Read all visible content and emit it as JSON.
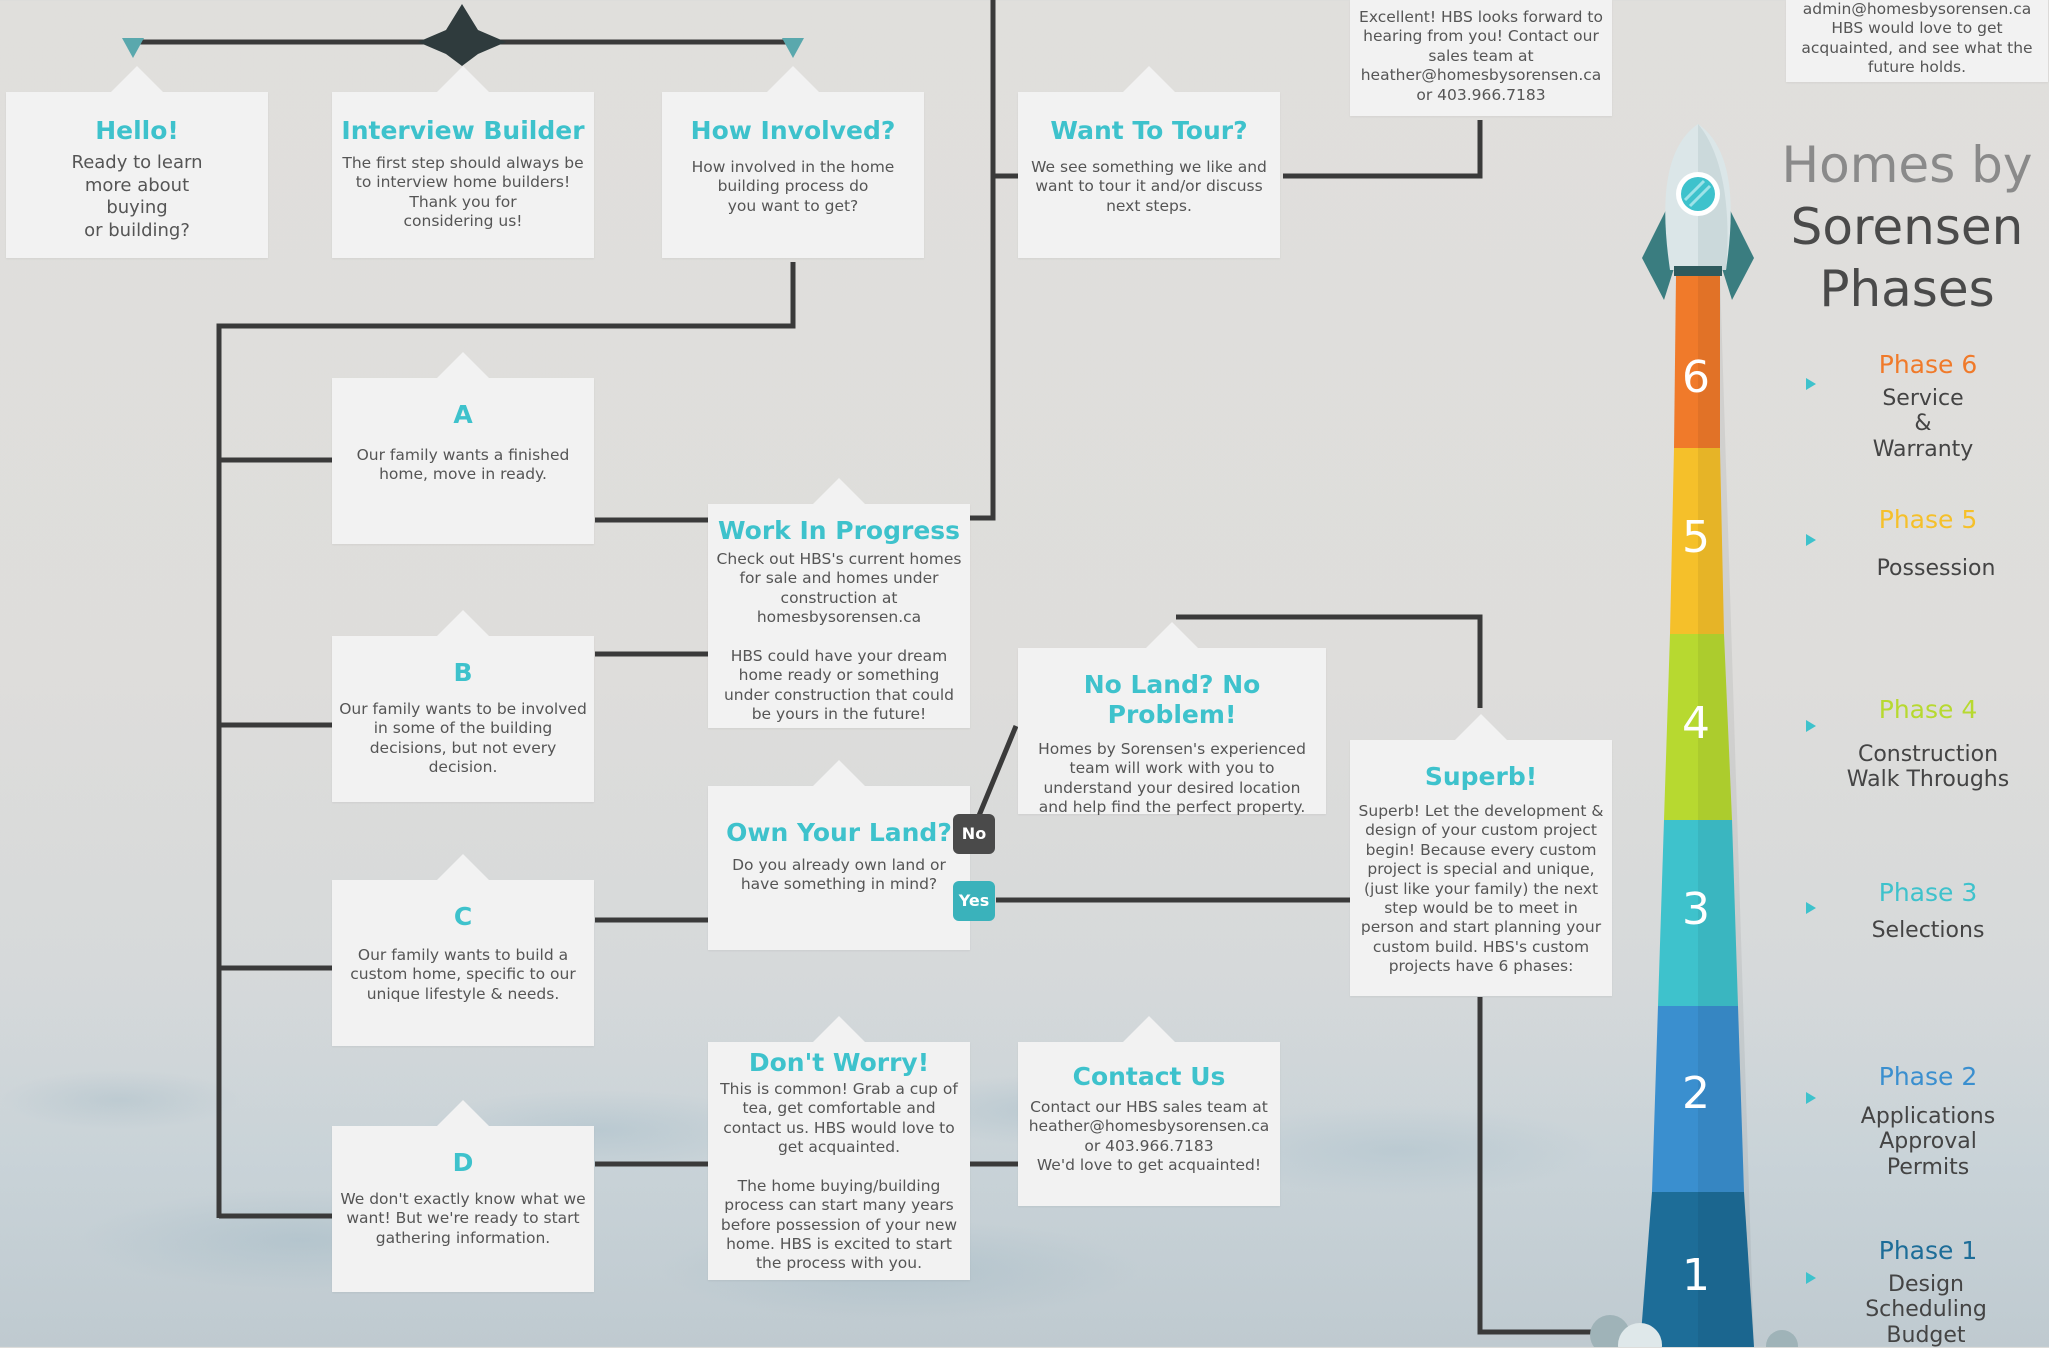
{
  "cards": {
    "hello": {
      "title": "Hello!",
      "body": "Ready to learn\nmore about\nbuying\nor building?"
    },
    "interview": {
      "title": "Interview Builder",
      "body": "The first step should always be\nto interview home builders!\nThank you for\nconsidering us!"
    },
    "involved": {
      "title": "How Involved?",
      "body": "How involved in the home\nbuilding process do\nyou want to get?"
    },
    "tour": {
      "title": "Want To Tour?",
      "body": "We see something we like and\nwant to tour it and/or discuss\nnext steps."
    },
    "excellent": {
      "body": "Excellent! HBS looks forward to\nhearing from you! Contact our\nsales team at\nheather@homesbysorensen.ca\nor 403.966.7183"
    },
    "admin": {
      "body": "admin@homesbysorensen.ca\nHBS would love to get\nacquainted, and see what the\nfuture holds."
    },
    "a": {
      "title": "A",
      "body": "Our family wants a finished\nhome, move in ready."
    },
    "b": {
      "title": "B",
      "body": "Our family wants to be involved\nin some of the building\ndecisions, but not every\ndecision."
    },
    "c": {
      "title": "C",
      "body": "Our family wants to build a\ncustom home, specific to our\nunique lifestyle & needs."
    },
    "d": {
      "title": "D",
      "body": "We don't exactly know what we\nwant! But we're ready to start\ngathering information."
    },
    "wip": {
      "title": "Work In Progress",
      "body": "Check out HBS's current homes\nfor sale and homes under\nconstruction at\nhomesbysorensen.ca\n\nHBS could have your dream\nhome ready or something\nunder construction that could\nbe yours in the future!"
    },
    "noland": {
      "title": "No Land? No Problem!",
      "body": "Homes by Sorensen's experienced\nteam will work with you to\nunderstand your desired location\nand help find the perfect property."
    },
    "superb": {
      "title": "Superb!",
      "body": "Superb! Let the development &\ndesign of your custom project\nbegin! Because every custom\nproject is special and unique,\n(just like your family) the next\nstep would be to meet in\nperson and start planning your\ncustom build. HBS's custom\nprojects have 6 phases:"
    },
    "ownland": {
      "title": "Own Your Land?",
      "body": "Do you already own land or\nhave something in mind?"
    },
    "dontworry": {
      "title": "Don't Worry!",
      "body": "This is common! Grab a cup of\ntea, get comfortable and\ncontact us. HBS would love to\nget acquainted.\n\nThe home buying/building\nprocess can start many years\nbefore possession of your new\nhome. HBS is excited to start\nthe process with you."
    },
    "contact": {
      "title": "Contact Us",
      "body": "Contact our HBS sales team at\nheather@homesbysorensen.ca\nor 403.966.7183\nWe'd love to get acquainted!"
    }
  },
  "tags": {
    "no": "No",
    "yes": "Yes"
  },
  "title": {
    "line1": "Homes by",
    "line2": "Sorensen",
    "line3": "Phases"
  },
  "phases": [
    {
      "label": "Phase 6",
      "desc": "Service\n&\nWarranty",
      "num": "6",
      "color": "#f07a2a"
    },
    {
      "label": "Phase 5",
      "desc": "Possession",
      "num": "5",
      "color": "#f5c02a"
    },
    {
      "label": "Phase 4",
      "desc": "Construction\nWalk Throughs",
      "num": "4",
      "color": "#b7d930"
    },
    {
      "label": "Phase 3",
      "desc": "Selections",
      "num": "3",
      "color": "#3ec2cc"
    },
    {
      "label": "Phase 2",
      "desc": "Applications\nApproval\nPermits",
      "num": "2",
      "color": "#3a8fcf"
    },
    {
      "label": "Phase 1",
      "desc": "Design\nScheduling\nBudget",
      "num": "1",
      "color": "#1d6d98"
    }
  ],
  "colors": {
    "accent": "#3ec2cc",
    "line": "#3a3a3a",
    "tag_no": "#4a4a4a",
    "tag_yes": "#3ab2bb"
  }
}
